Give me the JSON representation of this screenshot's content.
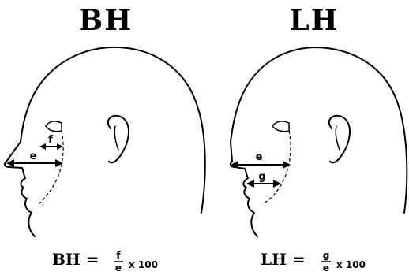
{
  "left_panel": {
    "title": "BH",
    "labels": {
      "e": "e",
      "f": "f"
    },
    "formula": {
      "lhs": "BH =",
      "numerator": "f",
      "denominator": "e",
      "multiplier": "x 100"
    }
  },
  "right_panel": {
    "title": "LH",
    "labels": {
      "e": "e",
      "g": "g"
    },
    "formula": {
      "lhs": "LH =",
      "numerator": "g",
      "denominator": "e",
      "multiplier": "x 100"
    }
  }
}
